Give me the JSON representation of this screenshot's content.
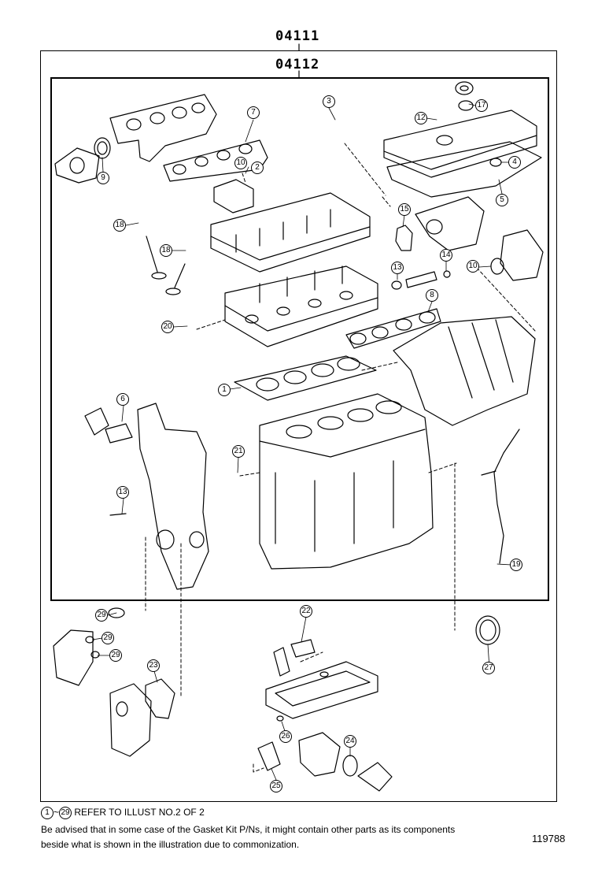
{
  "header": {
    "code_outer": "04111",
    "code_inner": "04112"
  },
  "callouts": [
    {
      "label": "3"
    },
    {
      "label": "12"
    },
    {
      "label": "17"
    },
    {
      "label": "7"
    },
    {
      "label": "9"
    },
    {
      "label": "10"
    },
    {
      "label": "2"
    },
    {
      "label": "4"
    },
    {
      "label": "5"
    },
    {
      "label": "18"
    },
    {
      "label": "18"
    },
    {
      "label": "15"
    },
    {
      "label": "13"
    },
    {
      "label": "14"
    },
    {
      "label": "10"
    },
    {
      "label": "8"
    },
    {
      "label": "20"
    },
    {
      "label": "1"
    },
    {
      "label": "6"
    },
    {
      "label": "21"
    },
    {
      "label": "13"
    },
    {
      "label": "19"
    },
    {
      "label": "29"
    },
    {
      "label": "29"
    },
    {
      "label": "29"
    },
    {
      "label": "22"
    },
    {
      "label": "27"
    },
    {
      "label": "23"
    },
    {
      "label": "26"
    },
    {
      "label": "24"
    },
    {
      "label": "25"
    }
  ],
  "footer": {
    "range_start": "1",
    "range_sep": "~",
    "range_end": "29",
    "refer_text": "REFER TO ILLUST NO.2 OF 2",
    "note": "Be advised that in some case of the Gasket Kit P/Ns,  it might contain other parts as its components beside what is shown in the illustration due to commonization.",
    "figure_id": "119788"
  }
}
